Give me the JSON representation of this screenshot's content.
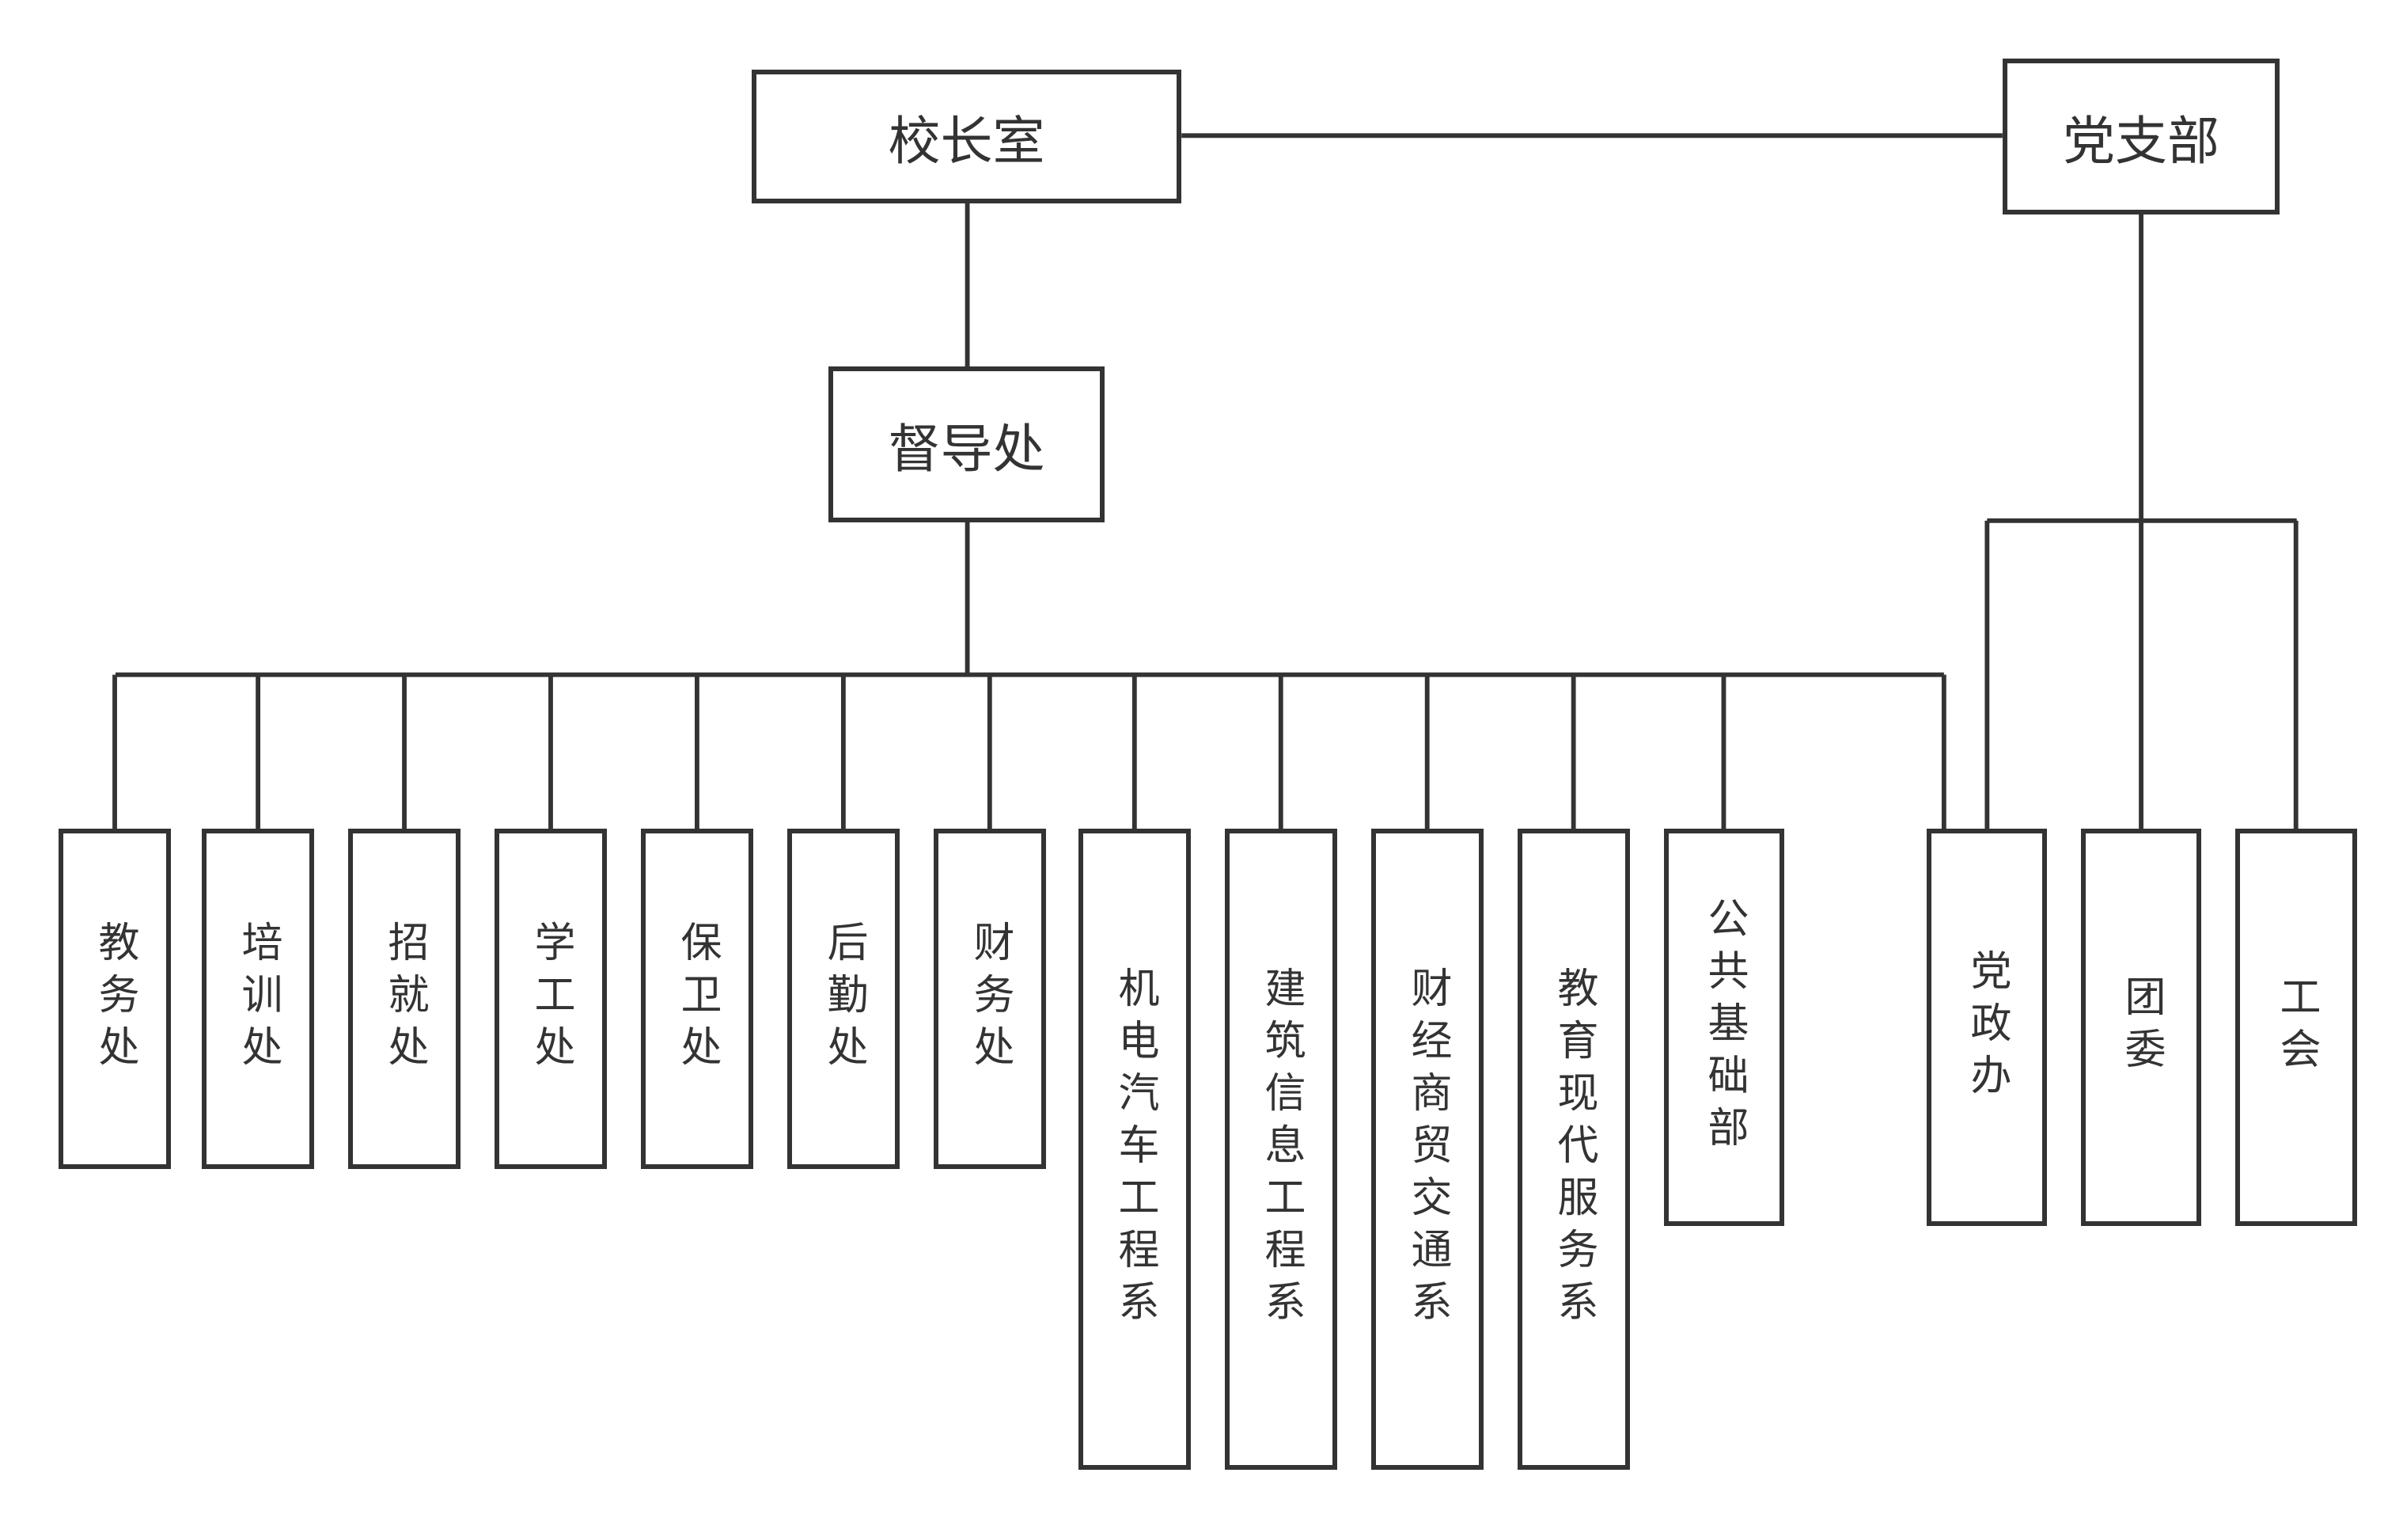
{
  "title": "学校组织架构图",
  "colors": {
    "line": "#333333",
    "box_fill": "#ffffff",
    "text": "#333333"
  },
  "top": {
    "principal": "校长室",
    "party": "党支部",
    "supervision": "督导处"
  },
  "departments": [
    "教务处",
    "培训处",
    "招就处",
    "学工处",
    "保卫处",
    "后勤处",
    "财务处",
    "机电汽车工程系",
    "建筑信息工程系",
    "财经商贸交通系",
    "教育现代服务系",
    "公共基础部"
  ],
  "party_units": [
    "党政办",
    "团委",
    "工会"
  ]
}
